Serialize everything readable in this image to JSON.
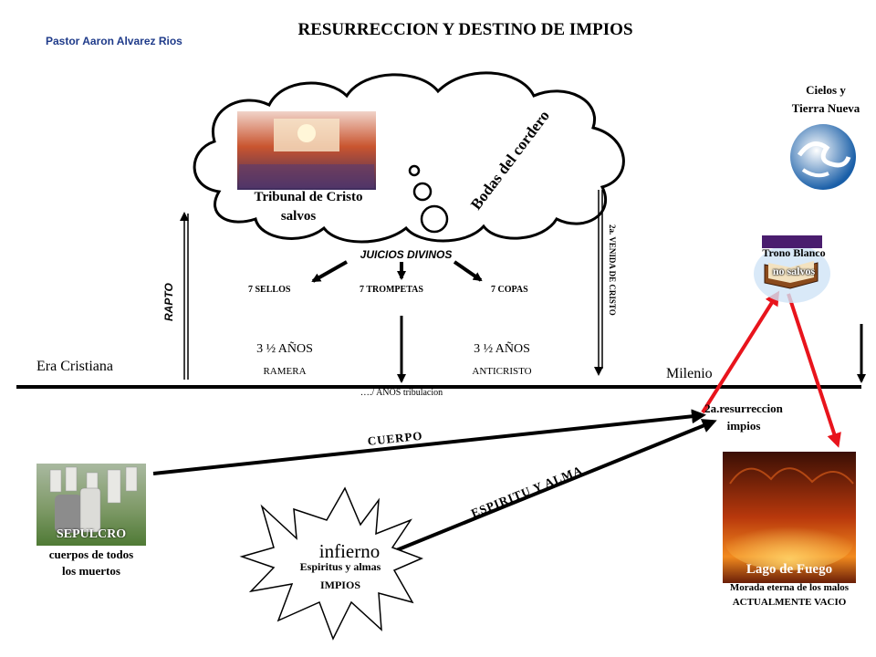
{
  "header": {
    "title": "RESURRECCION Y DESTINO DE IMPIOS",
    "author": "Pastor Aaron Alvarez Rios"
  },
  "cloud": {
    "tribunal": "Tribunal de Cristo",
    "salvos": "salvos",
    "bodas": "Bodas del cordero"
  },
  "judgments": {
    "title": "JUICIOS DIVINOS",
    "sellos": "7 SELLOS",
    "trompetas": "7 TROMPETAS",
    "copas": "7 COPAS",
    "years_left": "3 ½ AÑOS",
    "ramera": "RAMERA",
    "years_right": "3 ½ AÑOS",
    "anticristo": "ANTICRISTO",
    "tribulacion": "…./ AÑOS tribulacion"
  },
  "timeline": {
    "era": "Era Cristiana",
    "milenio": "Milenio",
    "rapto": "RAPTO",
    "venida": "2a. VENIDA DE CRISTO"
  },
  "heaven": {
    "line1": "Cielos y",
    "line2": "Tierra Nueva"
  },
  "throne": {
    "line1": "Trono Blanco",
    "line2": "no salvos"
  },
  "resurrection": {
    "line1": "2a.resurreccion",
    "line2": "impios"
  },
  "sepulcro": {
    "label": "SEPULCRO",
    "line1": "cuerpos de todos",
    "line2": "los muertos"
  },
  "arrows": {
    "cuerpo": "CUERPO",
    "espiritu": "ESPIRITU Y ALMA"
  },
  "hell": {
    "title": "infierno",
    "line1": "Espiritus y almas",
    "line2": "IMPIOS"
  },
  "lake": {
    "label": "Lago de Fuego",
    "line1": "Morada eterna de los malos",
    "line2": "ACTUALMENTE  VACIO"
  },
  "colors": {
    "red_arrow": "#e8141c",
    "author_blue": "#1f3b8a",
    "globe_blue": "#1a5fa8"
  }
}
